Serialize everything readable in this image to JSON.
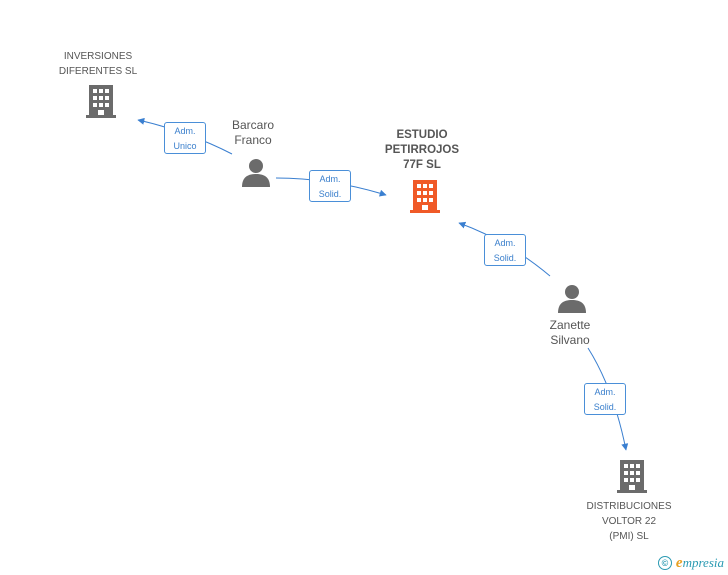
{
  "nodes": {
    "main_company": {
      "lines": [
        "ESTUDIO",
        "PETIRROJOS",
        "77F SL"
      ],
      "color": "#f05a28"
    },
    "inversiones": {
      "lines": [
        "INVERSIONES",
        "DIFERENTES SL"
      ],
      "color": "#6b6b6b"
    },
    "distribuciones": {
      "lines": [
        "DISTRIBUCIONES",
        "VOLTOR 22",
        "(PMI) SL"
      ],
      "color": "#6b6b6b"
    },
    "barcaro": {
      "lines": [
        "Barcaro",
        "Franco"
      ],
      "color": "#6b6b6b"
    },
    "zanette": {
      "lines": [
        "Zanette",
        "Silvano"
      ],
      "color": "#6b6b6b"
    }
  },
  "edges": {
    "barcaro_inversiones": [
      "Adm.",
      "Unico"
    ],
    "barcaro_main": [
      "Adm.",
      "Solid."
    ],
    "zanette_main": [
      "Adm.",
      "Solid."
    ],
    "zanette_distribuciones": [
      "Adm.",
      "Solid."
    ]
  },
  "colors": {
    "edge": "#3a7fd0"
  },
  "footer": {
    "copyright_symbol": "©",
    "brand_initial": "e",
    "brand_rest": "mpresia"
  }
}
